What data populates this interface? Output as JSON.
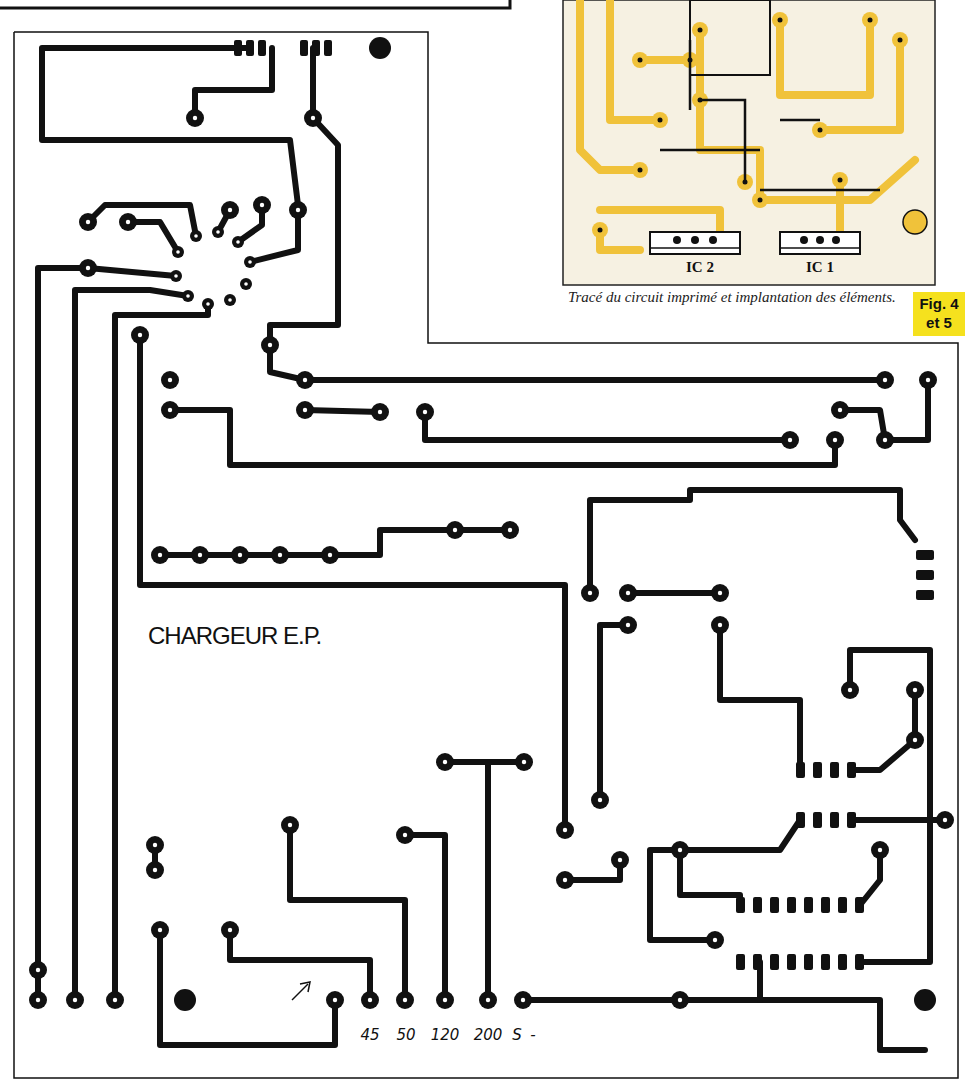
{
  "diagram": {
    "caption": "Tracé du circuit imprimé et implantation des éléments.",
    "nodes": [
      {
        "text": [
          "Fig. 4 et 5"
        ]
      }
    ],
    "labels": [
      "IC 2",
      "IC 1",
      "CHARGEUR E.P.",
      "45",
      "50",
      "120",
      "200",
      "S",
      "-"
    ]
  }
}
